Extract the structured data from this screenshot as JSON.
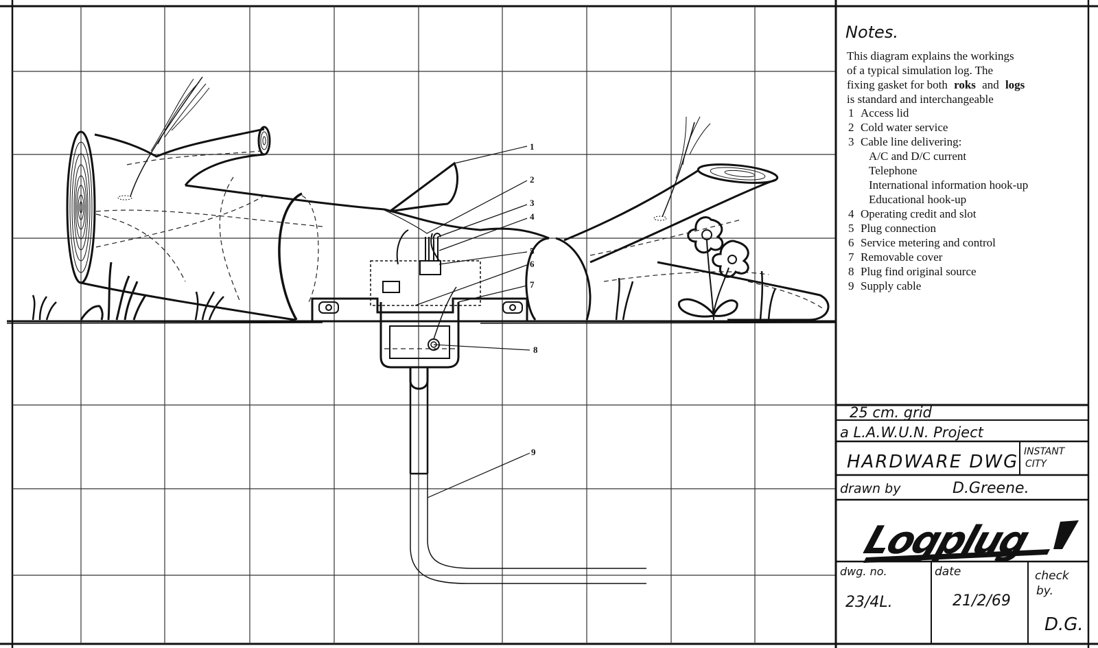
{
  "notes": {
    "heading": "Notes.",
    "intro_lines": [
      "This diagram explains the workings",
      "of a typical simulation log. The",
      "fixing gasket for both",
      "roks",
      "and",
      "logs",
      "is standard and interchangeable"
    ],
    "items": [
      {
        "num": "1",
        "text": "Access lid"
      },
      {
        "num": "2",
        "text": "Cold water service"
      },
      {
        "num": "3",
        "text": "Cable line delivering:"
      },
      {
        "num": "",
        "text": "A/C and D/C current"
      },
      {
        "num": "",
        "text": "Telephone"
      },
      {
        "num": "",
        "text": "International information hook-up"
      },
      {
        "num": "",
        "text": "Educational hook-up"
      },
      {
        "num": "4",
        "text": "Operating credit and slot"
      },
      {
        "num": "5",
        "text": "Plug connection"
      },
      {
        "num": "6",
        "text": "Service metering and control"
      },
      {
        "num": "7",
        "text": "Removable cover"
      },
      {
        "num": "8",
        "text": "Plug find original source"
      },
      {
        "num": "9",
        "text": "Supply cable"
      }
    ]
  },
  "title_block": {
    "grid_scale": "25 cm. grid",
    "project": "a L.A.W.U.N. Project",
    "drawing_title": "HARDWARE DWG",
    "series_line1": "INSTANT",
    "series_line2": "CITY",
    "drawn_by_label": "drawn by",
    "drawn_by_name": "D.Greene.",
    "logo_text": "Logplug",
    "dwg_no_label": "dwg. no.",
    "dwg_no_value": "23/4L.",
    "date_label": "date",
    "date_value": "21/2/69",
    "check_label_1": "check",
    "check_label_2": "by.",
    "check_value": "D.G."
  },
  "callouts": [
    "1",
    "2",
    "3",
    "4",
    "5",
    "6",
    "7",
    "8",
    "9"
  ]
}
